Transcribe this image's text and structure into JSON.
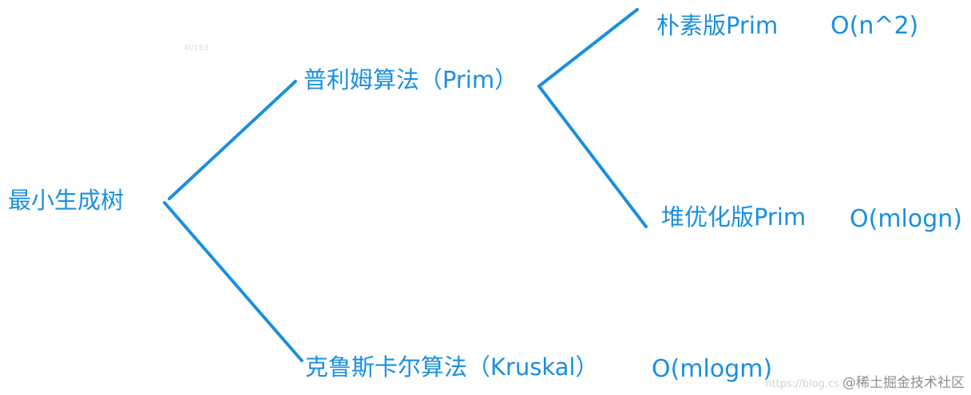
{
  "diagram": {
    "root": {
      "label": "最小生成树"
    },
    "prim": {
      "label": "普利姆算法（Prim）",
      "naive": {
        "label": "朴素版Prim",
        "complexity": "O(n^2)"
      },
      "heap": {
        "label": "堆优化版Prim",
        "complexity": "O(mlogn)"
      }
    },
    "kruskal": {
      "label": "克鲁斯卡尔算法（Kruskal）",
      "complexity": "O(mlogm)"
    },
    "line_color": "#1a8fe0",
    "text_color": "#1a8fe0"
  },
  "faint_text": "4l/183",
  "watermark": {
    "url_text": "https://blog.cs",
    "text": "@稀土掘金技术社区"
  }
}
